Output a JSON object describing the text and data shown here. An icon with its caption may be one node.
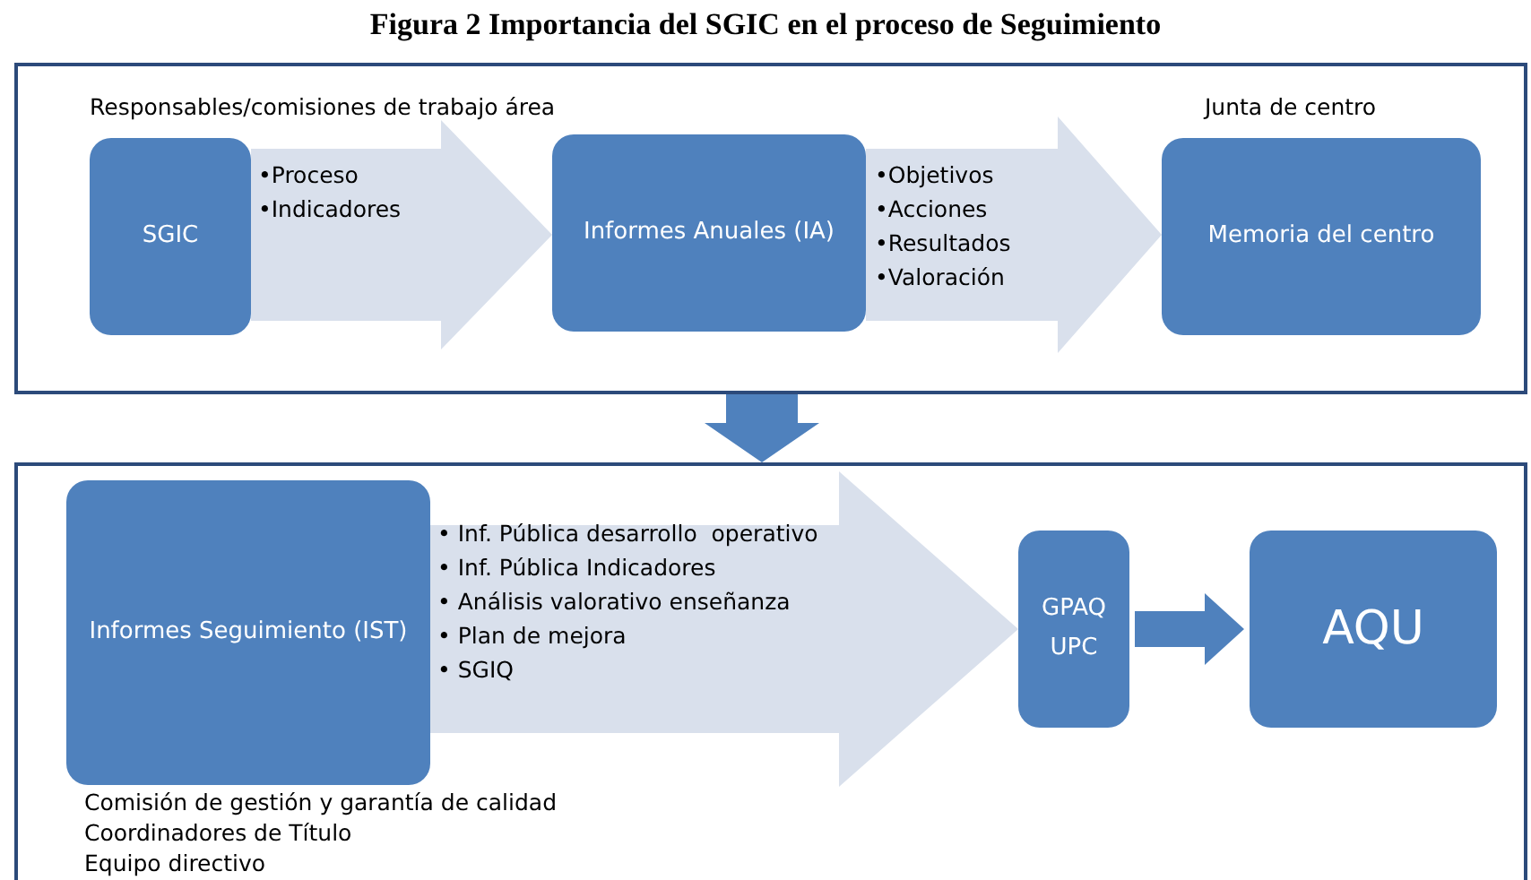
{
  "diagram": {
    "title": "Figura 2 Importancia del SGIC en el proceso de Seguimiento",
    "nodes": [
      {
        "text": [],
        "shape": "box"
      },
      {
        "text": [
          "SGIC"
        ],
        "in": 0
      },
      {
        "text": [
          "Informes Anuales (IA)"
        ],
        "in": 0
      },
      {
        "text": [
          "Memoria del centro"
        ],
        "in": 0
      },
      {
        "text": [],
        "shape": "box"
      },
      {
        "text": [
          "Informes Seguimiento (IST)"
        ],
        "in": 4
      },
      {
        "text": [
          "GPAQ UPC"
        ],
        "in": 4
      },
      {
        "text": [
          "AQU"
        ],
        "in": 4
      }
    ],
    "edges": [
      {
        "from": 1,
        "to": 2,
        "arrow": "to",
        "style": "thick"
      },
      {
        "from": 2,
        "to": 3,
        "arrow": "to",
        "style": "thick"
      },
      {
        "from": 0,
        "to": 4,
        "arrow": "to",
        "style": "thick",
        "color": "#4f81bd"
      },
      {
        "from": 5,
        "to": 6,
        "arrow": "to",
        "style": "thick"
      },
      {
        "from": 6,
        "to": 7,
        "arrow": "to",
        "style": "thick",
        "color": "#4f81bd"
      }
    ],
    "labels": [
      "Responsables/comisiones de trabajo área",
      "Junta de centro",
      "•Proceso",
      "•Indicadores",
      "•Objetivos",
      "•Acciones",
      "•Resultados",
      "•Valoración",
      "• Inf. Pública desarrollo  operativo",
      "• Inf. Pública Indicadores",
      "• Análisis valorativo enseñanza",
      "• Plan de mejora",
      "• SGIQ",
      "Comisión de gestión y garantía de calidad",
      "Coordinadores de Título",
      "Equipo directivo"
    ]
  }
}
